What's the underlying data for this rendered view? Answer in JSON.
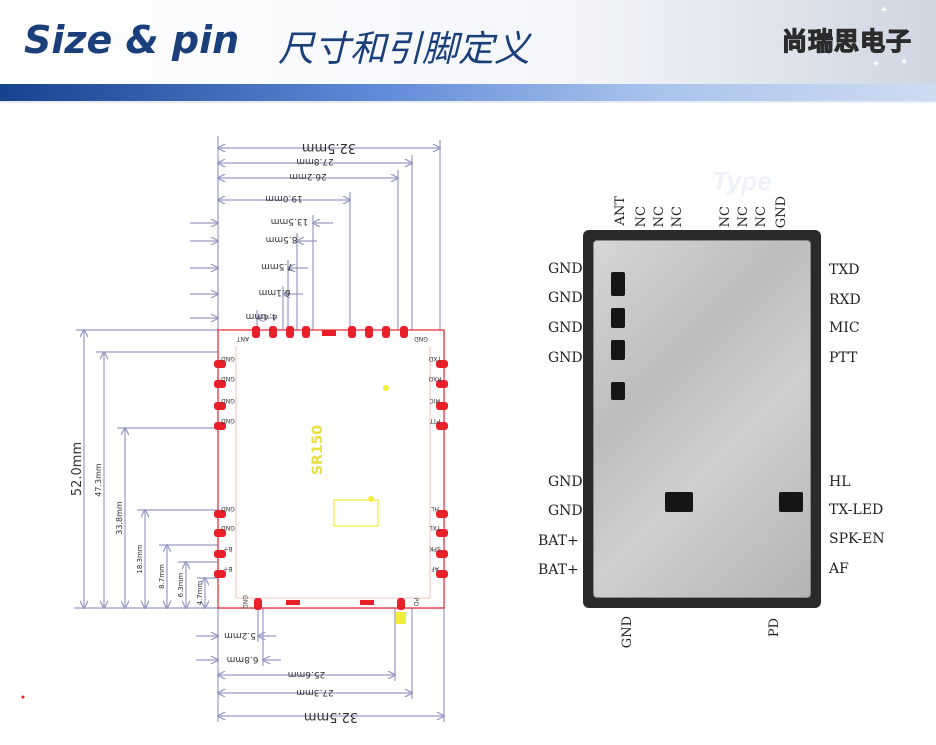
{
  "header": {
    "title_en": "Size & pin",
    "title_cn": "尺寸和引脚定义",
    "logo_text": "尚瑞思电子"
  },
  "colors": {
    "title": "#1a3f7a",
    "band_dark": "#17428c",
    "band_light": "#cfdcf2",
    "dim_line": "#9a9ac8",
    "pad": "#e8202a",
    "outline": "#e8202a"
  },
  "drawing": {
    "module_label": "SR150",
    "top_dims": [
      "32.5mm",
      "27.8mm",
      "26.2mm",
      "19.0mm",
      "13.5mm",
      "8.5mm",
      "7.5mm",
      "6.1mm",
      "4.4mm"
    ],
    "left_dims": [
      "52.0mm",
      "47.3mm",
      "33.8mm",
      "18.3mm",
      "8.7mm",
      "6.3mm",
      "4.7mm"
    ],
    "bottom_dims": [
      "5.2mm",
      "6.8mm",
      "25.6mm",
      "27.3mm",
      "32.5mm"
    ],
    "pad_labels_top": [
      "ANT",
      "GND"
    ],
    "pad_labels_left": [
      "GND",
      "GND",
      "GND",
      "GND",
      "GND",
      "GND",
      "B+",
      "B+"
    ],
    "pad_labels_right": [
      "TXD",
      "RXD",
      "MIC",
      "PTT",
      "HL",
      "TXL",
      "SPK",
      "AF"
    ],
    "pad_labels_bottom": [
      "GND",
      "PD"
    ]
  },
  "photo": {
    "top_labels": [
      "ANT",
      "NC",
      "NC",
      "NC",
      "NC",
      "NC",
      "NC",
      "GND"
    ],
    "left_labels": [
      "GND",
      "GND",
      "GND",
      "GND",
      "GND",
      "GND",
      "BAT+",
      "BAT+"
    ],
    "right_labels": [
      "TXD",
      "RXD",
      "MIC",
      "PTT",
      "HL",
      "TX-LED",
      "SPK-EN",
      "AF"
    ],
    "bottom_labels": [
      "GND",
      "PD"
    ],
    "watermark": "Type"
  }
}
